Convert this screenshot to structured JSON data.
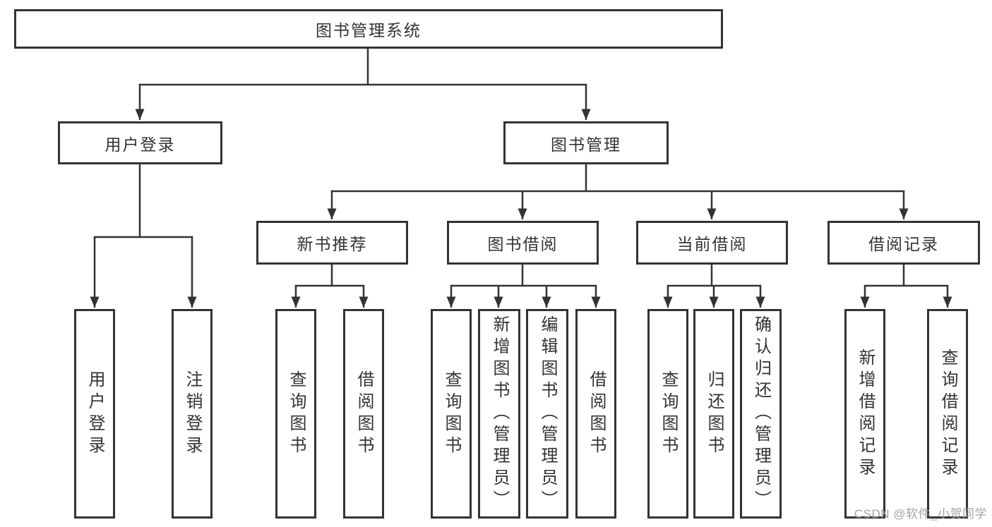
{
  "diagram": {
    "root": {
      "label": "图书管理系统"
    },
    "level2": {
      "user_login": {
        "label": "用户登录"
      },
      "book_management": {
        "label": "图书管理"
      }
    },
    "level3": {
      "new_book_recommend": {
        "label": "新书推荐"
      },
      "book_borrow": {
        "label": "图书借阅"
      },
      "current_borrow": {
        "label": "当前借阅"
      },
      "borrow_records": {
        "label": "借阅记录"
      }
    },
    "leaves": {
      "user_login": [
        "用户登录",
        "注销登录"
      ],
      "new_book_recommend": [
        "查询图书",
        "借阅图书"
      ],
      "book_borrow": [
        "查询图书",
        "新增图书（管理员）",
        "编辑图书（管理员）",
        "借阅图书"
      ],
      "current_borrow": [
        "查询图书",
        "归还图书",
        "确认归还（管理员）"
      ],
      "borrow_records": [
        "新增借阅记录",
        "查询借阅记录"
      ]
    },
    "watermark": "CSDN @软件_小贺同学",
    "colors": {
      "line": "#333333",
      "text": "#333333",
      "watermark": "#a3a3a3",
      "background": "#ffffff"
    }
  }
}
